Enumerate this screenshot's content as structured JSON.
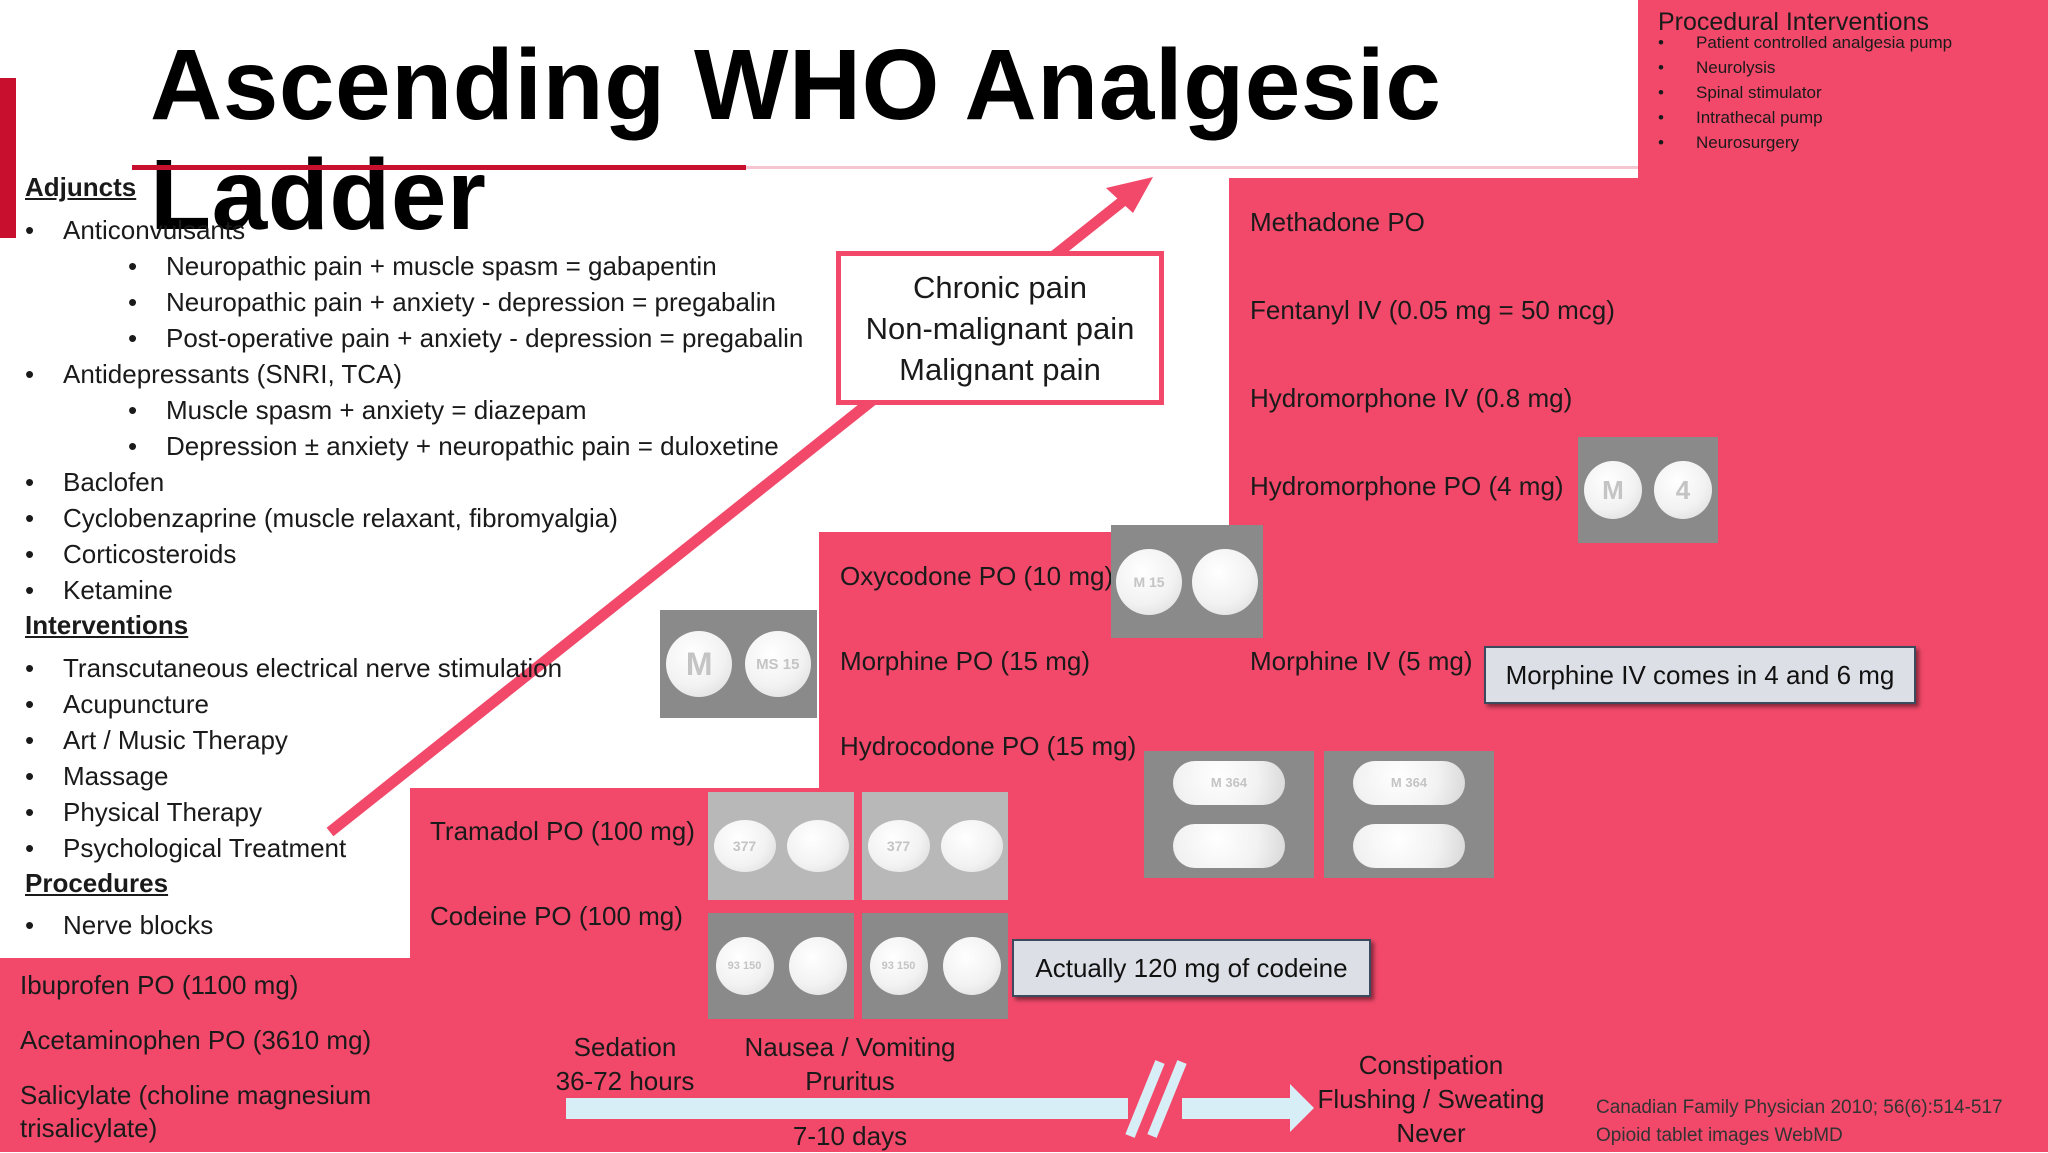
{
  "title": "Ascending WHO Analgesic Ladder",
  "colors": {
    "step_pink": "#f2496a",
    "title_line": "#c8102e",
    "arrow": "#f2496a",
    "side_arrow": "#d8eef7"
  },
  "adjuncts": {
    "header": "Adjuncts",
    "items": [
      {
        "label": "Anticonvulsants",
        "level": 1
      },
      {
        "label": "Neuropathic pain + muscle spasm = gabapentin",
        "level": 2
      },
      {
        "label": "Neuropathic pain + anxiety - depression = pregabalin",
        "level": 2
      },
      {
        "label": "Post-operative pain + anxiety - depression = pregabalin",
        "level": 2
      },
      {
        "label": "Antidepressants (SNRI, TCA)",
        "level": 1
      },
      {
        "label": "Muscle spasm + anxiety = diazepam",
        "level": 2
      },
      {
        "label": "Depression ± anxiety + neuropathic pain = duloxetine",
        "level": 2
      },
      {
        "label": "Baclofen",
        "level": 1
      },
      {
        "label": "Cyclobenzaprine (muscle relaxant, fibromyalgia)",
        "level": 1
      },
      {
        "label": "Corticosteroids",
        "level": 1
      },
      {
        "label": "Ketamine",
        "level": 1
      }
    ]
  },
  "interventions": {
    "header": "Interventions",
    "items": [
      "Transcutaneous electrical nerve stimulation",
      "Acupuncture",
      "Art / Music Therapy",
      "Massage",
      "Physical Therapy",
      "Psychological Treatment"
    ]
  },
  "procedures": {
    "header": "Procedures",
    "items": [
      "Nerve blocks"
    ]
  },
  "procedural_interventions": {
    "header": "Procedural Interventions",
    "items": [
      "Patient controlled analgesia pump",
      "Neurolysis",
      "Spinal stimulator",
      "Intrathecal pump",
      "Neurosurgery"
    ]
  },
  "pain_types": {
    "line1": "Chronic pain",
    "line2": "Non-malignant pain",
    "line3": "Malignant pain"
  },
  "step1": {
    "drug1": "Ibuprofen PO (1100 mg)",
    "drug2": "Acetaminophen PO (3610 mg)",
    "drug3": "Salicylate (choline magnesium",
    "drug3b": "trisalicylate)"
  },
  "step2": {
    "drug1": "Tramadol PO (100 mg)",
    "drug2": "Codeine PO (100 mg)",
    "callout": "Actually 120 mg of codeine"
  },
  "step3": {
    "drug1": "Oxycodone PO (10 mg)",
    "drug2": "Morphine PO (15 mg)",
    "drug3": "Hydrocodone PO (15 mg)"
  },
  "step4": {
    "drug1": "Methadone PO",
    "drug2": "Fentanyl IV (0.05 mg = 50 mcg)",
    "drug3": "Hydromorphone IV (0.8 mg)",
    "drug4": "Hydromorphone PO (4 mg)",
    "drug5": "Morphine IV (5 mg)",
    "callout": "Morphine IV comes in 4 and 6 mg"
  },
  "pill_imprints": {
    "ms_m": "M",
    "ms_15": "MS 15",
    "hm_m": "M",
    "hm_4": "4",
    "tram": "377",
    "cod": "93 150",
    "oxy": "M 15",
    "hyd": "M 364"
  },
  "side_effects": {
    "sedation": "Sedation",
    "sedation_time": "36-72 hours",
    "nausea": "Nausea / Vomiting",
    "pruritus": "Pruritus",
    "nausea_time": "7-10 days",
    "constipation": "Constipation",
    "flushing": "Flushing / Sweating",
    "never": "Never"
  },
  "citations": {
    "line1": "Canadian Family Physician 2010; 56(6):514-517",
    "line2": "Opioid tablet images WebMD"
  }
}
